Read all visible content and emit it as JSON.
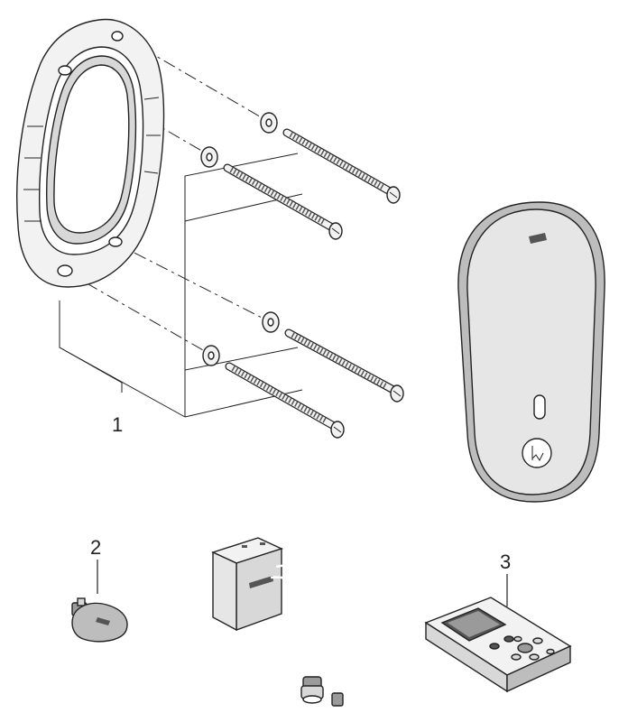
{
  "diagram": {
    "callouts": [
      {
        "id": "1",
        "label": "1"
      },
      {
        "id": "2",
        "label": "2"
      },
      {
        "id": "3",
        "label": "3"
      }
    ],
    "parts": [
      "mounting-frame",
      "washer",
      "screw",
      "cover-plate",
      "key-tool",
      "power-module",
      "remote-control"
    ],
    "colors": {
      "line": "#222222",
      "fill_light": "#f2f2f2",
      "fill_mid": "#d8d8d8",
      "fill_dark": "#9a9a9a"
    }
  }
}
